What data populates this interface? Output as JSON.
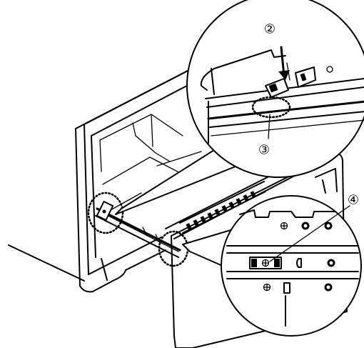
{
  "callouts": [
    {
      "id": "2",
      "glyph": "②"
    },
    {
      "id": "3",
      "glyph": "③"
    },
    {
      "id": "4",
      "glyph": "④"
    }
  ],
  "colors": {
    "line": "#000000",
    "background": "#ffffff"
  }
}
